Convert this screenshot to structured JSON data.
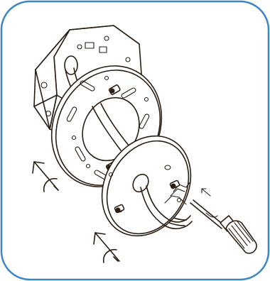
{
  "colors": {
    "frame_border": "#3d86c6",
    "frame_fill": "#ffffff",
    "line_art": "#2a1d12"
  },
  "illustration": {
    "parts": [
      "octagonal-junction-box",
      "slotted-mounting-bracket",
      "ceiling-canopy-plate",
      "mounting-screws",
      "supply-wires",
      "screwdriver",
      "direction-arrows"
    ]
  }
}
